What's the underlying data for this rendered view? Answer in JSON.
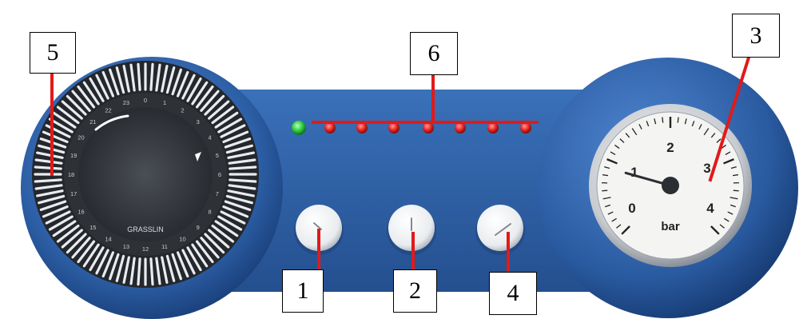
{
  "callouts": [
    {
      "id": "1",
      "label": "1"
    },
    {
      "id": "2",
      "label": "2"
    },
    {
      "id": "3",
      "label": "3"
    },
    {
      "id": "4",
      "label": "4"
    },
    {
      "id": "5",
      "label": "5"
    },
    {
      "id": "6",
      "label": "6"
    }
  ],
  "gauge": {
    "unit": "bar",
    "scale_labels": [
      "0",
      "1",
      "2",
      "3",
      "4"
    ],
    "pressure_value": 0.9
  },
  "timer": {
    "brand": "GRASSLIN",
    "dial_numbers": [
      "0",
      "1",
      "2",
      "3",
      "4",
      "5",
      "6",
      "7",
      "8",
      "9",
      "10",
      "11",
      "12",
      "13",
      "14",
      "15",
      "16",
      "17",
      "18",
      "19",
      "20",
      "21",
      "22",
      "23"
    ]
  },
  "indicator_leds": [
    {
      "state": "on",
      "color": "#2ecc40"
    },
    {
      "state": "off",
      "color": "#e8261f"
    },
    {
      "state": "off",
      "color": "#e8261f"
    },
    {
      "state": "off",
      "color": "#e8261f"
    },
    {
      "state": "off",
      "color": "#e8261f"
    },
    {
      "state": "off",
      "color": "#e8261f"
    },
    {
      "state": "off",
      "color": "#e8261f"
    },
    {
      "state": "off",
      "color": "#e8261f"
    }
  ],
  "knobs": [
    {
      "id": "1"
    },
    {
      "id": "2"
    },
    {
      "id": "4"
    }
  ],
  "colors": {
    "panel": "#2f63a8",
    "leader_line": "#e11a1a"
  }
}
